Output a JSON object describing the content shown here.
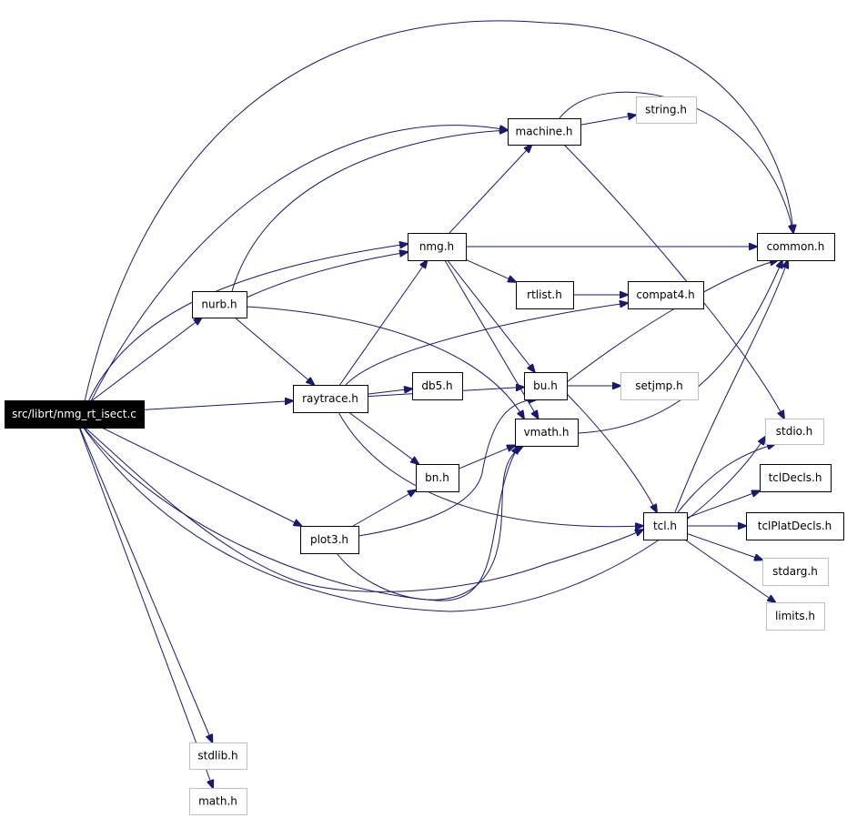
{
  "graph": {
    "nodes": [
      {
        "id": "root",
        "label": "src/librt/nmg_rt_isect.c",
        "kind": "root"
      },
      {
        "id": "machine",
        "label": "machine.h",
        "kind": "local"
      },
      {
        "id": "string",
        "label": "string.h",
        "kind": "system"
      },
      {
        "id": "common",
        "label": "common.h",
        "kind": "local"
      },
      {
        "id": "nmg",
        "label": "nmg.h",
        "kind": "local"
      },
      {
        "id": "nurb",
        "label": "nurb.h",
        "kind": "local"
      },
      {
        "id": "rtlist",
        "label": "rtlist.h",
        "kind": "local"
      },
      {
        "id": "compat4",
        "label": "compat4.h",
        "kind": "local"
      },
      {
        "id": "raytrace",
        "label": "raytrace.h",
        "kind": "local"
      },
      {
        "id": "db5",
        "label": "db5.h",
        "kind": "local"
      },
      {
        "id": "bu",
        "label": "bu.h",
        "kind": "local"
      },
      {
        "id": "setjmp",
        "label": "setjmp.h",
        "kind": "system"
      },
      {
        "id": "vmath",
        "label": "vmath.h",
        "kind": "local"
      },
      {
        "id": "stdio",
        "label": "stdio.h",
        "kind": "system"
      },
      {
        "id": "bn",
        "label": "bn.h",
        "kind": "local"
      },
      {
        "id": "tclDecls",
        "label": "tclDecls.h",
        "kind": "local"
      },
      {
        "id": "plot3",
        "label": "plot3.h",
        "kind": "local"
      },
      {
        "id": "tcl",
        "label": "tcl.h",
        "kind": "local"
      },
      {
        "id": "tclPlatDecls",
        "label": "tclPlatDecls.h",
        "kind": "local"
      },
      {
        "id": "stdarg",
        "label": "stdarg.h",
        "kind": "system"
      },
      {
        "id": "limits",
        "label": "limits.h",
        "kind": "system"
      },
      {
        "id": "stdlib",
        "label": "stdlib.h",
        "kind": "system"
      },
      {
        "id": "math",
        "label": "math.h",
        "kind": "system"
      }
    ],
    "edges": [
      {
        "from": "root",
        "to": "common"
      },
      {
        "from": "root",
        "to": "machine"
      },
      {
        "from": "root",
        "to": "nmg"
      },
      {
        "from": "root",
        "to": "nurb"
      },
      {
        "from": "root",
        "to": "raytrace"
      },
      {
        "from": "root",
        "to": "plot3"
      },
      {
        "from": "root",
        "to": "vmath"
      },
      {
        "from": "root",
        "to": "stdio"
      },
      {
        "from": "root",
        "to": "stdlib"
      },
      {
        "from": "root",
        "to": "math"
      },
      {
        "from": "root",
        "to": "tcl"
      },
      {
        "from": "machine",
        "to": "string"
      },
      {
        "from": "machine",
        "to": "common"
      },
      {
        "from": "machine",
        "to": "stdio"
      },
      {
        "from": "nmg",
        "to": "machine"
      },
      {
        "from": "nmg",
        "to": "common"
      },
      {
        "from": "nmg",
        "to": "rtlist"
      },
      {
        "from": "nmg",
        "to": "bu"
      },
      {
        "from": "nmg",
        "to": "vmath"
      },
      {
        "from": "nurb",
        "to": "machine"
      },
      {
        "from": "nurb",
        "to": "nmg"
      },
      {
        "from": "nurb",
        "to": "raytrace"
      },
      {
        "from": "nurb",
        "to": "vmath"
      },
      {
        "from": "rtlist",
        "to": "compat4"
      },
      {
        "from": "raytrace",
        "to": "nmg"
      },
      {
        "from": "raytrace",
        "to": "db5"
      },
      {
        "from": "raytrace",
        "to": "bu"
      },
      {
        "from": "raytrace",
        "to": "bn"
      },
      {
        "from": "raytrace",
        "to": "compat4"
      },
      {
        "from": "raytrace",
        "to": "tcl"
      },
      {
        "from": "bu",
        "to": "setjmp"
      },
      {
        "from": "bu",
        "to": "common"
      },
      {
        "from": "bu",
        "to": "tcl"
      },
      {
        "from": "vmath",
        "to": "common"
      },
      {
        "from": "bn",
        "to": "vmath"
      },
      {
        "from": "plot3",
        "to": "bn"
      },
      {
        "from": "plot3",
        "to": "bu"
      },
      {
        "from": "plot3",
        "to": "vmath"
      },
      {
        "from": "tcl",
        "to": "common"
      },
      {
        "from": "tcl",
        "to": "stdio"
      },
      {
        "from": "tcl",
        "to": "tclDecls"
      },
      {
        "from": "tcl",
        "to": "tclPlatDecls"
      },
      {
        "from": "tcl",
        "to": "stdarg"
      },
      {
        "from": "tcl",
        "to": "limits"
      }
    ]
  }
}
